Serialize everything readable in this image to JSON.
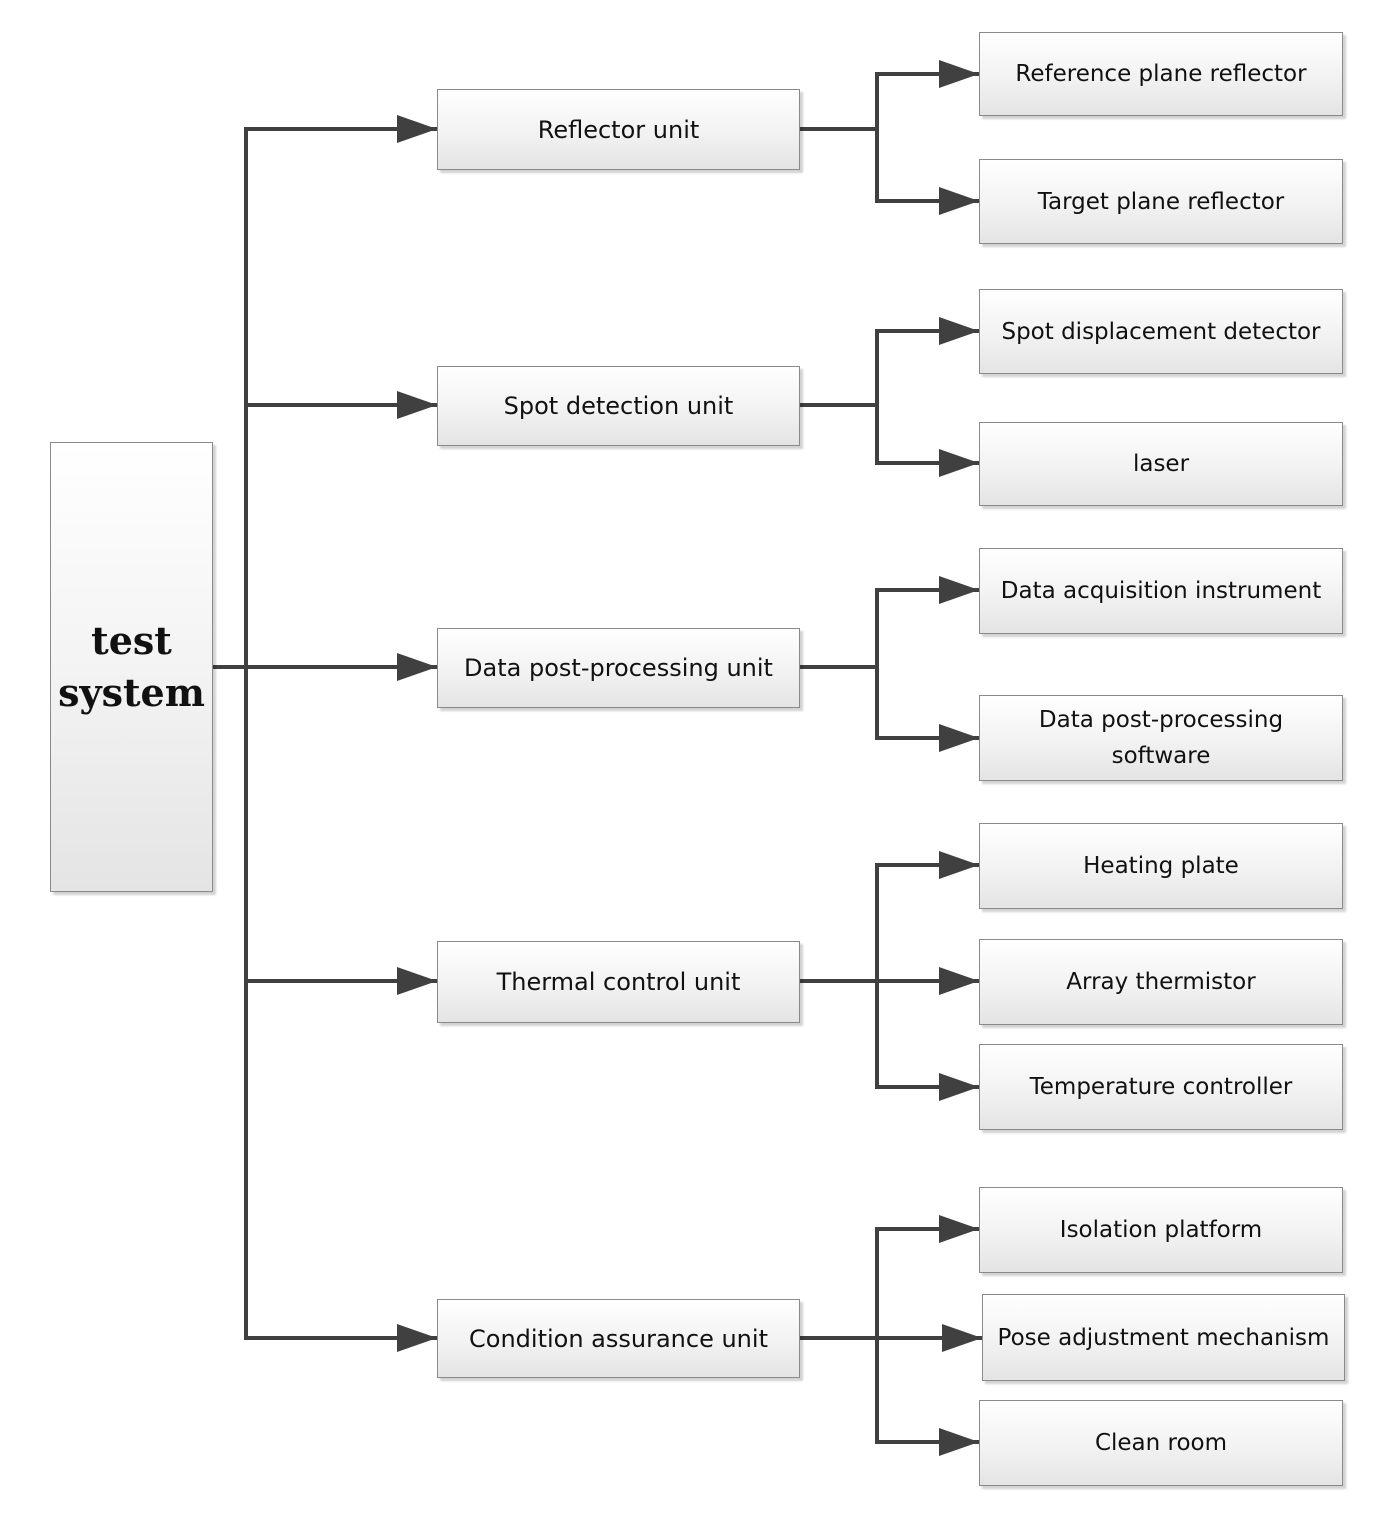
{
  "root": {
    "label": "test system"
  },
  "units": [
    {
      "label": "Reflector unit",
      "children": [
        "Reference plane reflector",
        "Target plane reflector"
      ]
    },
    {
      "label": "Spot detection unit",
      "children": [
        "Spot displacement detector",
        "laser"
      ]
    },
    {
      "label": "Data post-processing unit",
      "children": [
        "Data acquisition instrument",
        "Data post-processing software"
      ]
    },
    {
      "label": "Thermal control unit",
      "children": [
        "Heating plate",
        "Array thermistor",
        "Temperature controller"
      ]
    },
    {
      "label": "Condition assurance unit",
      "children": [
        "Isolation platform",
        "Pose adjustment mechanism",
        "Clean room"
      ]
    }
  ],
  "colors": {
    "connector": "#404040",
    "box_border": "#8a8a8a",
    "text": "#111111"
  }
}
